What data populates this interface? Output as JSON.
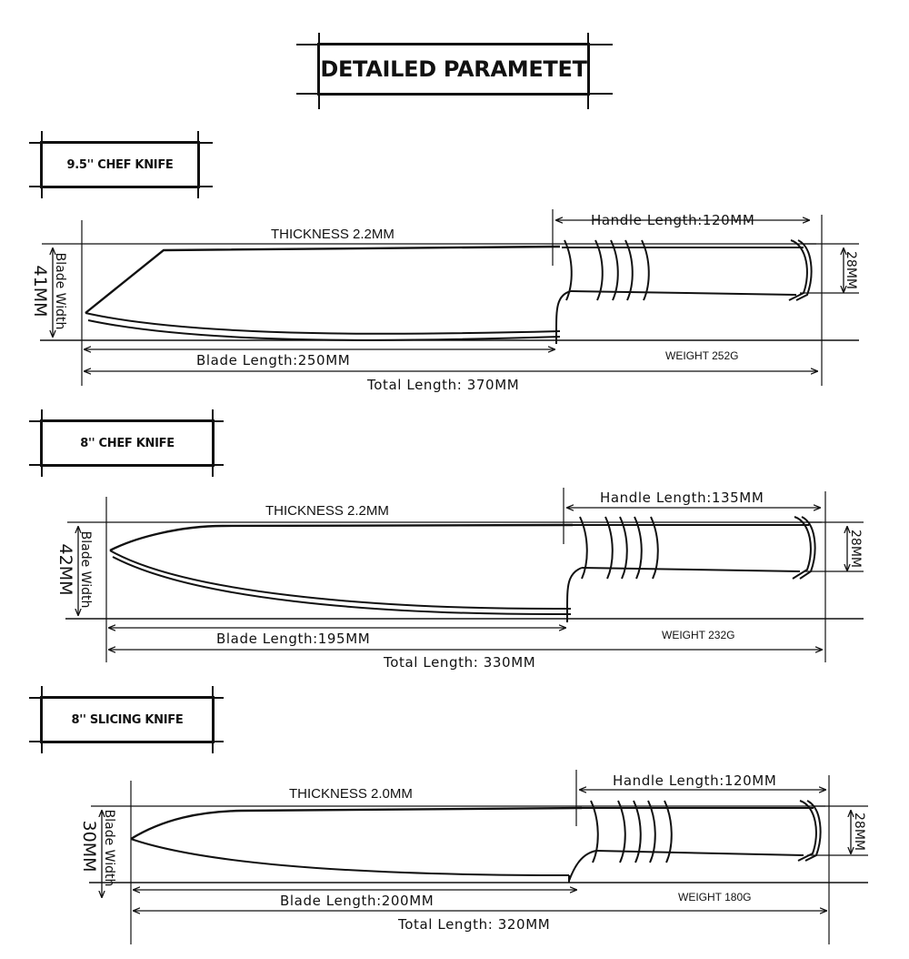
{
  "header": {
    "title": "DETAILED PARAMETET"
  },
  "knives": [
    {
      "name": "9.5'' CHEF KNIFE",
      "thickness": "THICKNESS 2.2MM",
      "handle_length": "Handle Length:120MM",
      "blade_length": "Blade Length:250MM",
      "total_length": "Total Length: 370MM",
      "weight": "WEIGHT  252G",
      "blade_width_label": "Blade Width",
      "blade_width": "41MM",
      "handle_width": "28MM"
    },
    {
      "name": "8'' CHEF KNIFE",
      "thickness": "THICKNESS 2.2MM",
      "handle_length": "Handle Length:135MM",
      "blade_length": "Blade Length:195MM",
      "total_length": "Total Length: 330MM",
      "weight": "WEIGHT  232G",
      "blade_width_label": "Blade Width",
      "blade_width": "42MM",
      "handle_width": "28MM"
    },
    {
      "name": "8''  SLICING KNIFE",
      "thickness": "THICKNESS 2.0MM",
      "handle_length": "Handle Length:120MM",
      "blade_length": "Blade Length:200MM",
      "total_length": "Total Length: 320MM",
      "weight": "WEIGHT  180G",
      "blade_width_label": "Blade Width",
      "blade_width": "30MM",
      "handle_width": "28MM"
    }
  ]
}
